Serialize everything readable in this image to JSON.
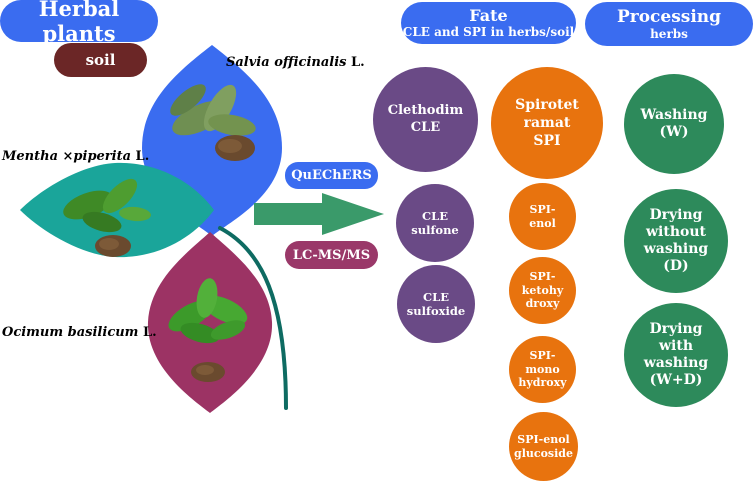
{
  "colors": {
    "blue": "#3a6cf0",
    "soil": "#6b2626",
    "teal": "#1aa59a",
    "maroon": "#9c3364",
    "purple": "#6a4a86",
    "orange": "#e8730e",
    "green": "#2d8a5b",
    "arrow": "#3a9a6a",
    "dark_teal": "#0e6b62",
    "lcms": "#9a3869"
  },
  "header": {
    "herbal_plants": "Herbal plants",
    "soil": "soil",
    "fate_title": "Fate",
    "fate_subtitle": "CLE and SPI in herbs/soil",
    "processing_title": "Processing",
    "processing_subtitle": "herbs"
  },
  "plants": {
    "salvia": {
      "italic": "Salvia officinalis",
      "suffix": " L."
    },
    "mentha": {
      "italic": "Mentha ×piperita",
      "suffix": " L."
    },
    "ocimum": {
      "italic": "Ocimum basilicum",
      "suffix": " L."
    }
  },
  "methods": {
    "quechers": "QuEChERS",
    "lcms": "LC-MS/MS"
  },
  "cle": [
    "Clethodim CLE",
    "CLE sulfone",
    "CLE sulfoxide"
  ],
  "cle_lines": {
    "c1a": "Clethodim",
    "c1b": "CLE",
    "c2a": "CLE",
    "c2b": "sulfone",
    "c3a": "CLE",
    "c3b": "sulfoxide"
  },
  "spi_lines": {
    "s1a": "Spirotet",
    "s1b": "ramat",
    "s1c": "SPI",
    "s2a": "SPI-",
    "s2b": "enol",
    "s3a": "SPI-",
    "s3b": "ketohy",
    "s3c": "droxy",
    "s4a": "SPI- mono",
    "s4b": "hydroxy",
    "s5a": "SPI-enol",
    "s5b": "glucoside"
  },
  "processing_lines": {
    "p1a": "Washing",
    "p1b": "(W)",
    "p2a": "Drying",
    "p2b": "without",
    "p2c": "washing",
    "p2d": "(D)",
    "p3a": "Drying",
    "p3b": "with",
    "p3c": "washing",
    "p3d": "(W+D)"
  }
}
